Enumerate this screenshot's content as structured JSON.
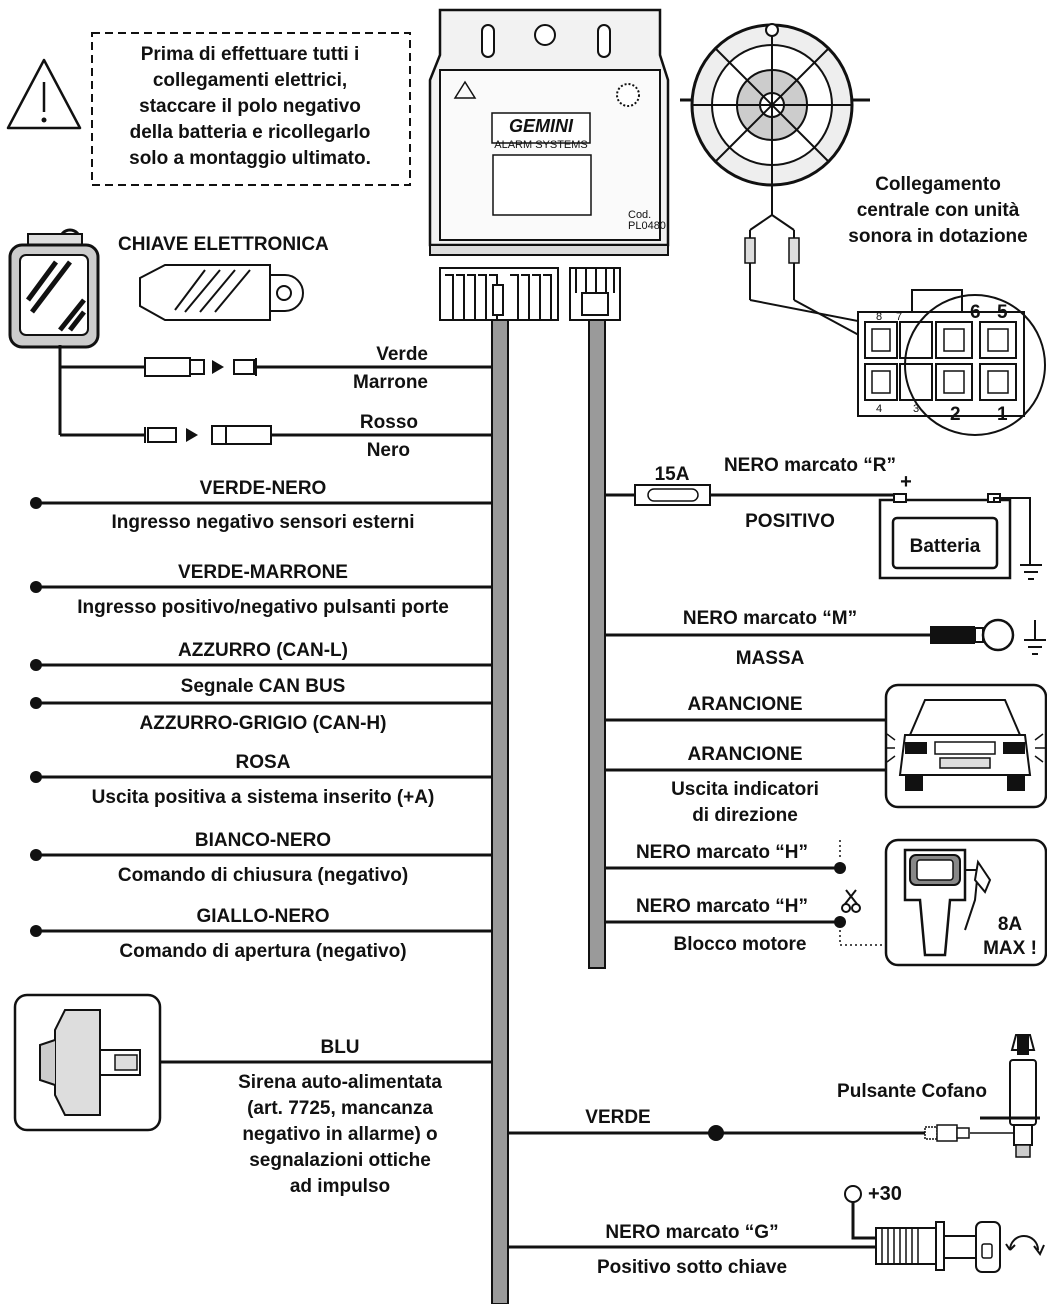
{
  "warning": {
    "lines": [
      "Prima di effettuare tutti i",
      "collegamenti elettrici,",
      "staccare il polo negativo",
      "della batteria e ricollegarlo",
      "solo a montaggio ultimato."
    ]
  },
  "unit": {
    "brand": "GEMINI",
    "sub": "ALARM SYSTEMS",
    "code_label": "Cod.",
    "code": "PL0480"
  },
  "key": {
    "title": "CHIAVE ELETTRONICA"
  },
  "siren_unit": {
    "label_lines": [
      "Collegamento",
      "centrale con unità",
      "sonora in dotazione"
    ],
    "pins": [
      "8",
      "7",
      "6",
      "5",
      "4",
      "3",
      "2",
      "1"
    ]
  },
  "left_wires": {
    "verde": "Verde",
    "marrone": "Marrone",
    "rosso": "Rosso",
    "nero": "Nero",
    "verde_nero": "VERDE-NERO",
    "verde_nero_desc": "Ingresso negativo sensori esterni",
    "verde_marrone": "VERDE-MARRONE",
    "verde_marrone_desc": "Ingresso positivo/negativo pulsanti porte",
    "azzurro": "AZZURRO (CAN-L)",
    "can_bus": "Segnale CAN BUS",
    "azzurro_grigio": "AZZURRO-GRIGIO (CAN-H)",
    "rosa": "ROSA",
    "rosa_desc": "Uscita positiva a sistema inserito (+A)",
    "bianco_nero": "BIANCO-NERO",
    "bianco_nero_desc": "Comando di chiusura (negativo)",
    "giallo_nero": "GIALLO-NERO",
    "giallo_nero_desc": "Comando di apertura (negativo)",
    "blu": "BLU",
    "blu_desc": [
      "Sirena auto-alimentata",
      "(art. 7725, mancanza",
      "negativo in allarme) o",
      "segnalazioni ottiche",
      "ad impulso"
    ]
  },
  "right_wires": {
    "fuse": "15A",
    "nero_r": "NERO marcato “R”",
    "positivo": "POSITIVO",
    "batteria": "Batteria",
    "plus": "+",
    "nero_m": "NERO marcato “M”",
    "massa": "MASSA",
    "arancione1": "ARANCIONE",
    "arancione2": "ARANCIONE",
    "indicatori": [
      "Uscita indicatori",
      "di direzione"
    ],
    "nero_h1": "NERO marcato “H”",
    "nero_h2": "NERO marcato “H”",
    "blocco": "Blocco motore",
    "max": [
      "8A",
      "MAX !"
    ],
    "verde": "VERDE",
    "cofano": "Pulsante Cofano",
    "plus30": "+30",
    "nero_g": "NERO marcato “G”",
    "positivo_chiave": "Positivo sotto chiave"
  }
}
